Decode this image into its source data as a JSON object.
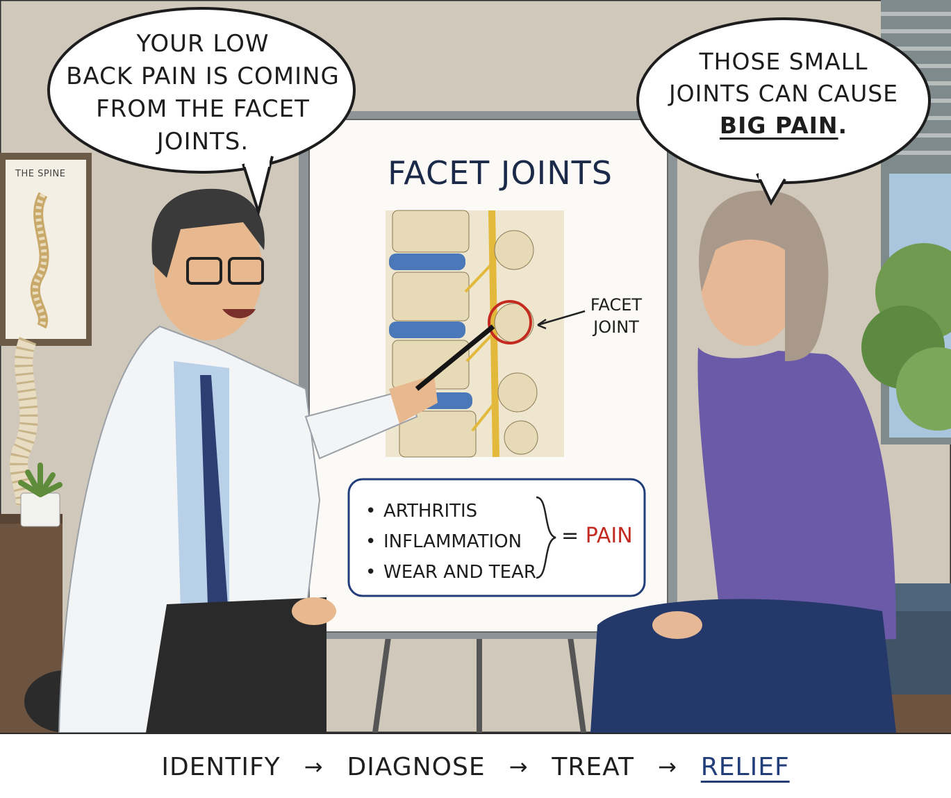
{
  "left_bubble": {
    "lines": [
      "YOUR LOW",
      "BACK PAIN IS COMING",
      "FROM THE FACET",
      "JOINTS."
    ]
  },
  "right_bubble": {
    "lines": [
      "THOSE SMALL",
      "JOINTS CAN CAUSE"
    ],
    "emphasis": "BIG PAIN",
    "end": "."
  },
  "wall_chart": {
    "label": "THE SPINE"
  },
  "board": {
    "title": "FACET JOINTS",
    "callout": [
      "FACET",
      "JOINT"
    ],
    "causes": [
      "ARTHRITIS",
      "INFLAMMATION",
      "WEAR AND TEAR"
    ],
    "equals": "=",
    "result": "PAIN"
  },
  "caption": {
    "steps": [
      "IDENTIFY",
      "DIAGNOSE",
      "TREAT"
    ],
    "arrow": "→",
    "final": "RELIEF"
  },
  "colors": {
    "wall": "#cfc8bb",
    "board_title": "#1c2a4a",
    "pain_red": "#c42b20",
    "relief_blue": "#213e7a",
    "doctor_tie": "#2c3e72",
    "patient_top": "#6b5aa8",
    "disc_blue": "#4b78b8"
  }
}
